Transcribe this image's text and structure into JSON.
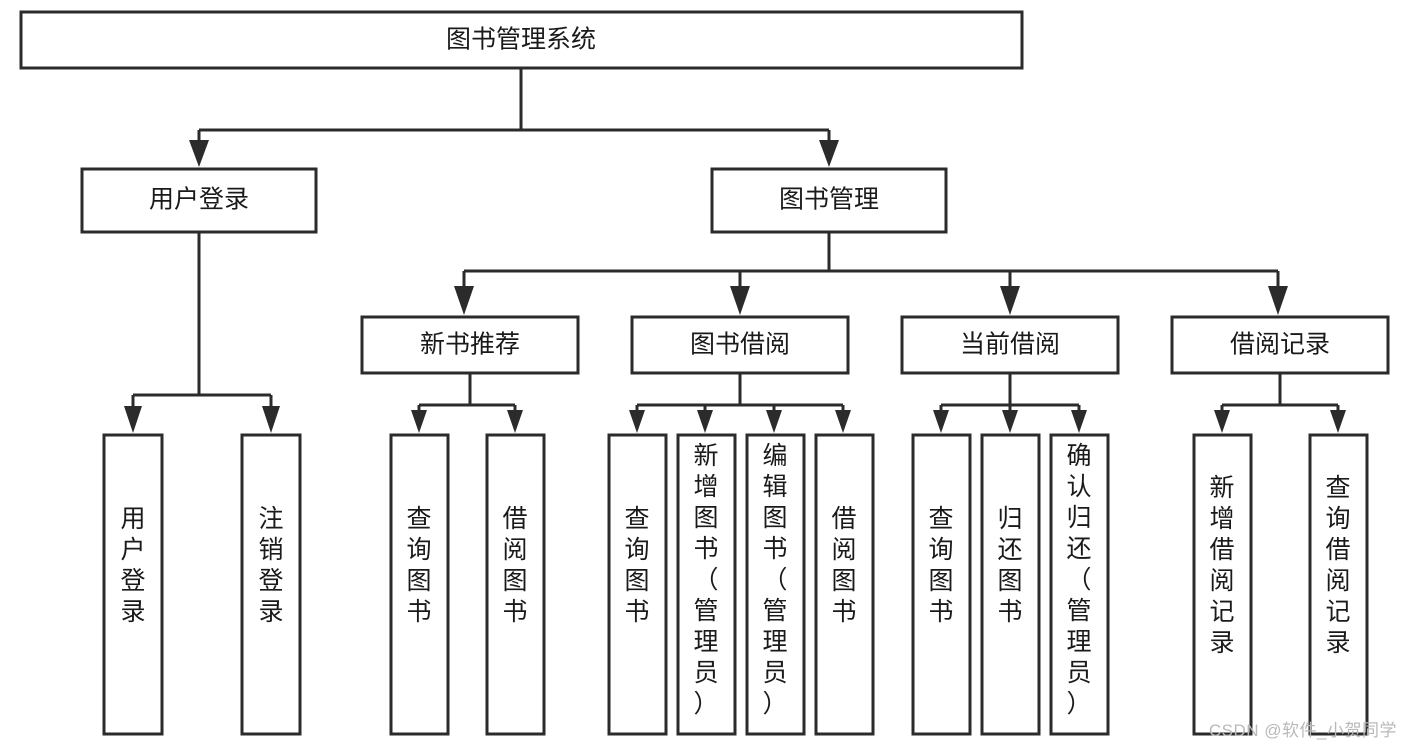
{
  "diagram": {
    "type": "tree-hierarchy-flowchart",
    "title": "图书管理系统",
    "orientation": "top-down",
    "levels": 4,
    "root": {
      "id": "root",
      "label": "图书管理系统",
      "text_direction": "horizontal"
    },
    "level2": [
      {
        "id": "user-login",
        "label": "用户登录",
        "text_direction": "horizontal"
      },
      {
        "id": "book-management",
        "label": "图书管理",
        "text_direction": "horizontal"
      }
    ],
    "level3": [
      {
        "id": "new-book-recommend",
        "label": "新书推荐",
        "text_direction": "horizontal",
        "parent": "book-management"
      },
      {
        "id": "book-borrow",
        "label": "图书借阅",
        "text_direction": "horizontal",
        "parent": "book-management"
      },
      {
        "id": "current-borrow",
        "label": "当前借阅",
        "text_direction": "horizontal",
        "parent": "book-management"
      },
      {
        "id": "borrow-record",
        "label": "借阅记录",
        "text_direction": "horizontal",
        "parent": "book-management"
      }
    ],
    "leaves": [
      {
        "id": "leaf-user-login",
        "parent": "user-login",
        "label": "用户登录",
        "chars": [
          "用",
          "户",
          "登",
          "录"
        ],
        "text_direction": "vertical"
      },
      {
        "id": "leaf-logout",
        "parent": "user-login",
        "label": "注销登录",
        "chars": [
          "注",
          "销",
          "登",
          "录"
        ],
        "text_direction": "vertical"
      },
      {
        "id": "leaf-query-book-1",
        "parent": "new-book-recommend",
        "label": "查询图书",
        "chars": [
          "查",
          "询",
          "图",
          "书"
        ],
        "text_direction": "vertical"
      },
      {
        "id": "leaf-borrow-book-1",
        "parent": "new-book-recommend",
        "label": "借阅图书",
        "chars": [
          "借",
          "阅",
          "图",
          "书"
        ],
        "text_direction": "vertical"
      },
      {
        "id": "leaf-query-book-2",
        "parent": "book-borrow",
        "label": "查询图书",
        "chars": [
          "查",
          "询",
          "图",
          "书"
        ],
        "text_direction": "vertical"
      },
      {
        "id": "leaf-add-book",
        "parent": "book-borrow",
        "label": "新增图书（管理员）",
        "chars": [
          "新",
          "增",
          "图",
          "书",
          "（",
          "管",
          "理",
          "员",
          "）"
        ],
        "text_direction": "vertical"
      },
      {
        "id": "leaf-edit-book",
        "parent": "book-borrow",
        "label": "编辑图书（管理员）",
        "chars": [
          "编",
          "辑",
          "图",
          "书",
          "（",
          "管",
          "理",
          "员",
          "）"
        ],
        "text_direction": "vertical"
      },
      {
        "id": "leaf-borrow-book-2",
        "parent": "book-borrow",
        "label": "借阅图书",
        "chars": [
          "借",
          "阅",
          "图",
          "书"
        ],
        "text_direction": "vertical"
      },
      {
        "id": "leaf-query-book-3",
        "parent": "current-borrow",
        "label": "查询图书",
        "chars": [
          "查",
          "询",
          "图",
          "书"
        ],
        "text_direction": "vertical"
      },
      {
        "id": "leaf-return-book",
        "parent": "current-borrow",
        "label": "归还图书",
        "chars": [
          "归",
          "还",
          "图",
          "书"
        ],
        "text_direction": "vertical"
      },
      {
        "id": "leaf-confirm-return",
        "parent": "current-borrow",
        "label": "确认归还（管理员）",
        "chars": [
          "确",
          "认",
          "归",
          "还",
          "（",
          "管",
          "理",
          "员",
          "）"
        ],
        "text_direction": "vertical"
      },
      {
        "id": "leaf-add-record",
        "parent": "borrow-record",
        "label": "新增借阅记录",
        "chars": [
          "新",
          "增",
          "借",
          "阅",
          "记",
          "录"
        ],
        "text_direction": "vertical"
      },
      {
        "id": "leaf-query-record",
        "parent": "borrow-record",
        "label": "查询借阅记录",
        "chars": [
          "查",
          "询",
          "借",
          "阅",
          "记",
          "录"
        ],
        "text_direction": "vertical"
      }
    ],
    "colors": {
      "box_stroke": "#2b2b2b",
      "box_fill": "#ffffff",
      "connector": "#2b2b2b",
      "text": "#1a1a1a",
      "background": "#ffffff",
      "watermark": "#b9b9b9"
    }
  },
  "watermark": {
    "text": "CSDN @软件_小贺同学"
  }
}
